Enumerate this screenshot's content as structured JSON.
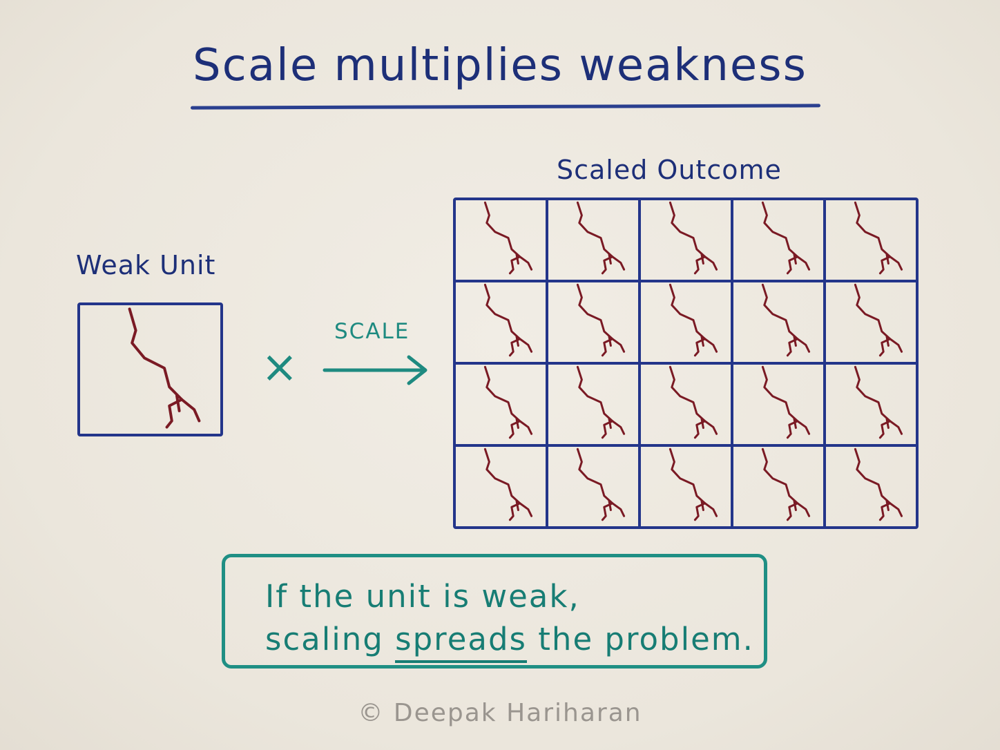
{
  "title": "Scale multiplies weakness",
  "weak_unit": {
    "label": "Weak Unit"
  },
  "operator": {
    "symbol": "×",
    "label": "SCALE"
  },
  "scaled": {
    "label": "Scaled Outcome",
    "rows": 4,
    "cols": 5
  },
  "message": {
    "line1": "If the unit is weak,",
    "line2_before": "scaling",
    "line2_emphasis": "spreads",
    "line2_after": "the problem."
  },
  "credit": "© Deepak Hariharan",
  "colors": {
    "title": "#1d2f78",
    "grid": "#23358a",
    "crack": "#7a1a24",
    "accent": "#1e8a80"
  }
}
